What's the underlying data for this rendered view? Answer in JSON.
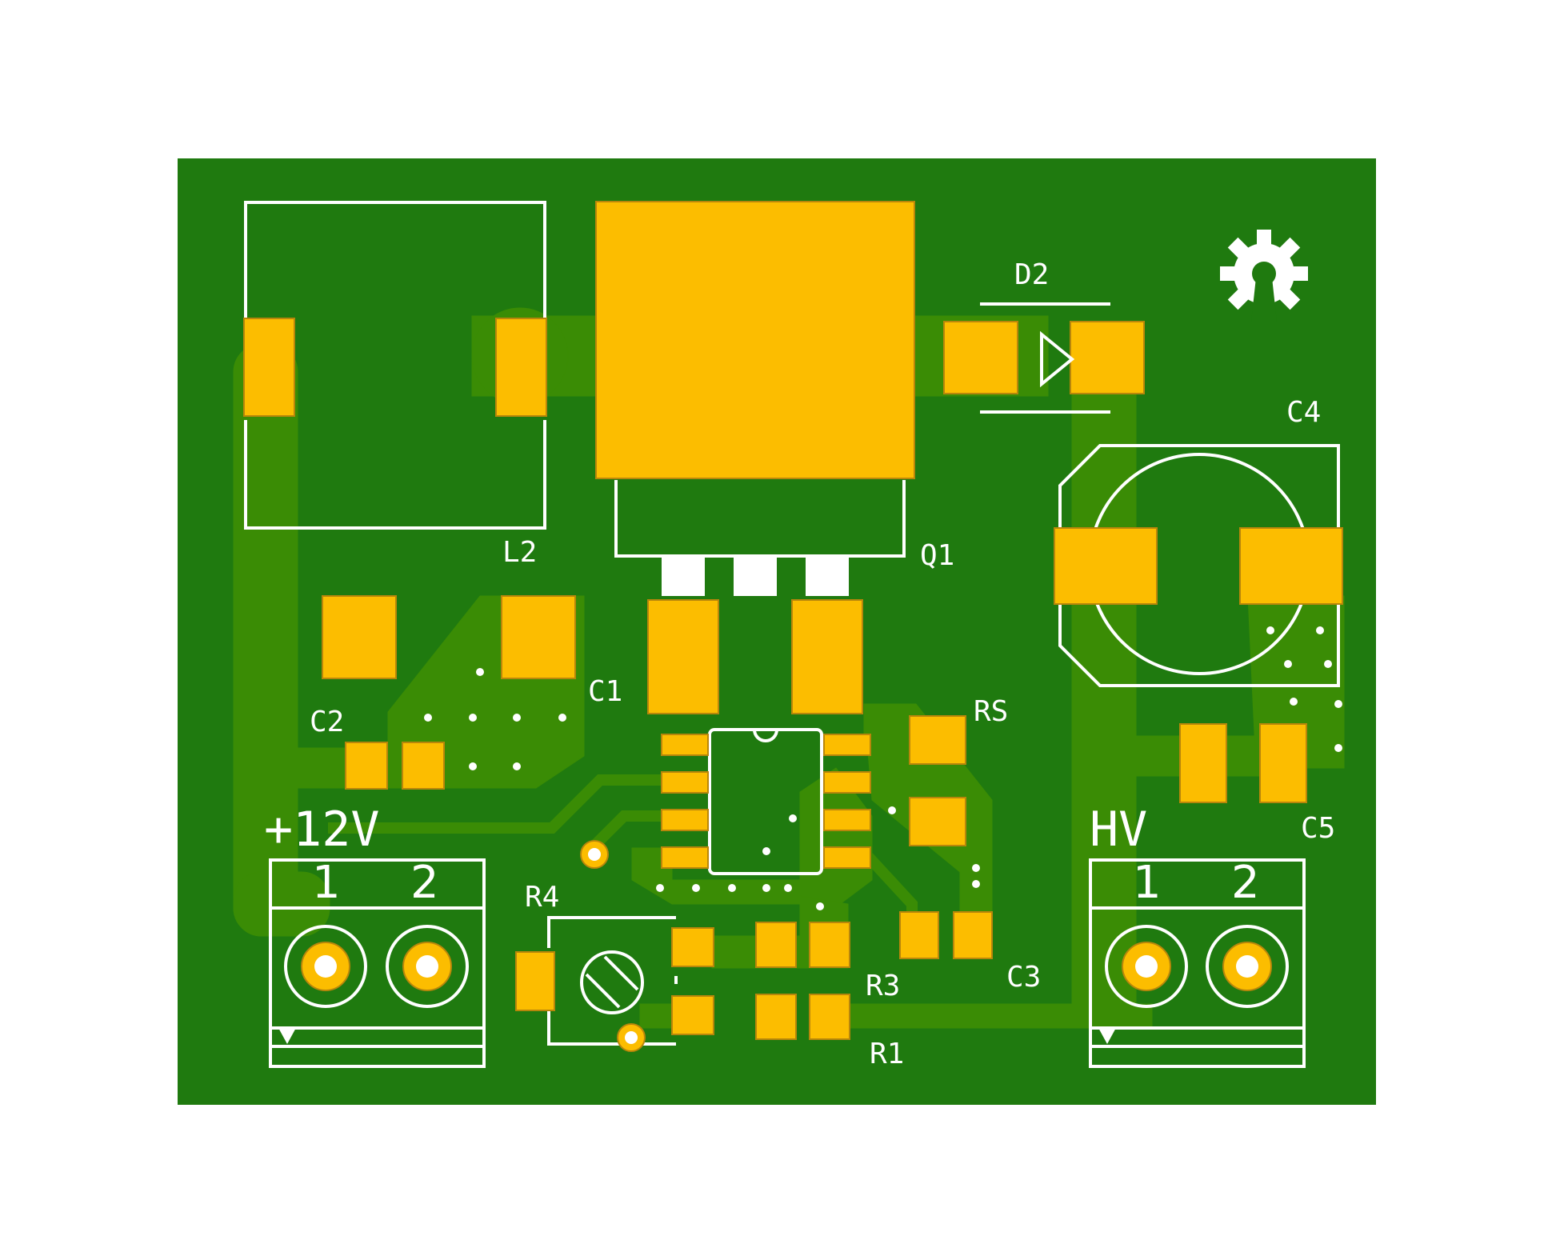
{
  "colors": {
    "background": "#ffffff",
    "board": "#1f7a0f",
    "copper": "#3a8c05",
    "pad": "#fcbd00",
    "pad_edge": "#b8860b",
    "silk": "#ffffff",
    "hole": "#ffffff"
  },
  "labels": {
    "l2": "L2",
    "q1": "Q1",
    "d2": "D2",
    "c4": "C4",
    "c1": "C1",
    "c2": "C2",
    "rs": "RS",
    "c5": "C5",
    "r4": "R4",
    "r3": "R3",
    "r1": "R1",
    "c3": "C3",
    "plus12v": "+12V",
    "hv": "HV",
    "j1_pin1": "1",
    "j1_pin2": "2",
    "j2_pin1": "1",
    "j2_pin2": "2"
  },
  "icons": {
    "logo": "open-hardware-gear-icon",
    "diode": "diode-symbol-icon",
    "trimmer": "trimmer-slot-icon",
    "pin1": "pin1-triangle-icon"
  }
}
